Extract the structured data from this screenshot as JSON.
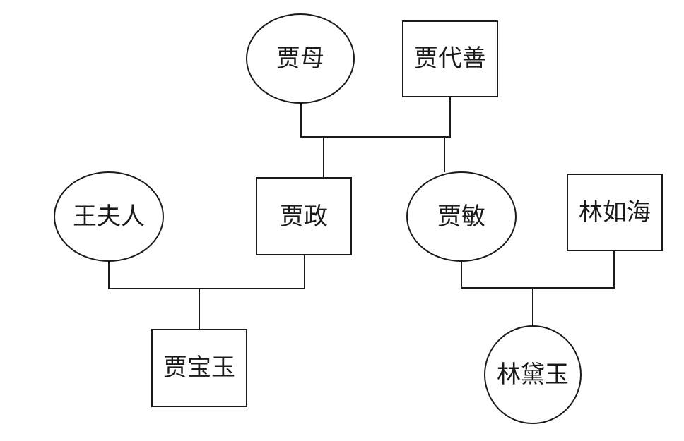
{
  "diagram": {
    "type": "family-tree",
    "nodes": {
      "jia_mu": {
        "label": "贾母",
        "shape": "ellipse",
        "gender": "female"
      },
      "jia_daishan": {
        "label": "贾代善",
        "shape": "rectangle",
        "gender": "male"
      },
      "wang_furen": {
        "label": "王夫人",
        "shape": "ellipse",
        "gender": "female"
      },
      "jia_zheng": {
        "label": "贾政",
        "shape": "rectangle",
        "gender": "male"
      },
      "jia_min": {
        "label": "贾敏",
        "shape": "ellipse",
        "gender": "female"
      },
      "lin_ruhai": {
        "label": "林如海",
        "shape": "rectangle",
        "gender": "male"
      },
      "jia_baoyu": {
        "label": "贾宝玉",
        "shape": "rectangle",
        "gender": "male"
      },
      "lin_daiyu": {
        "label": "林黛玉",
        "shape": "ellipse",
        "gender": "female"
      }
    },
    "unions": [
      {
        "parents": [
          "jia_mu",
          "jia_daishan"
        ],
        "children": [
          "jia_zheng",
          "jia_min"
        ]
      },
      {
        "parents": [
          "wang_furen",
          "jia_zheng"
        ],
        "children": [
          "jia_baoyu"
        ]
      },
      {
        "parents": [
          "jia_min",
          "lin_ruhai"
        ],
        "children": [
          "lin_daiyu"
        ]
      }
    ],
    "colors": {
      "stroke": "#1a1a1a",
      "fill": "#ffffff",
      "text": "#1a1a1a"
    }
  }
}
